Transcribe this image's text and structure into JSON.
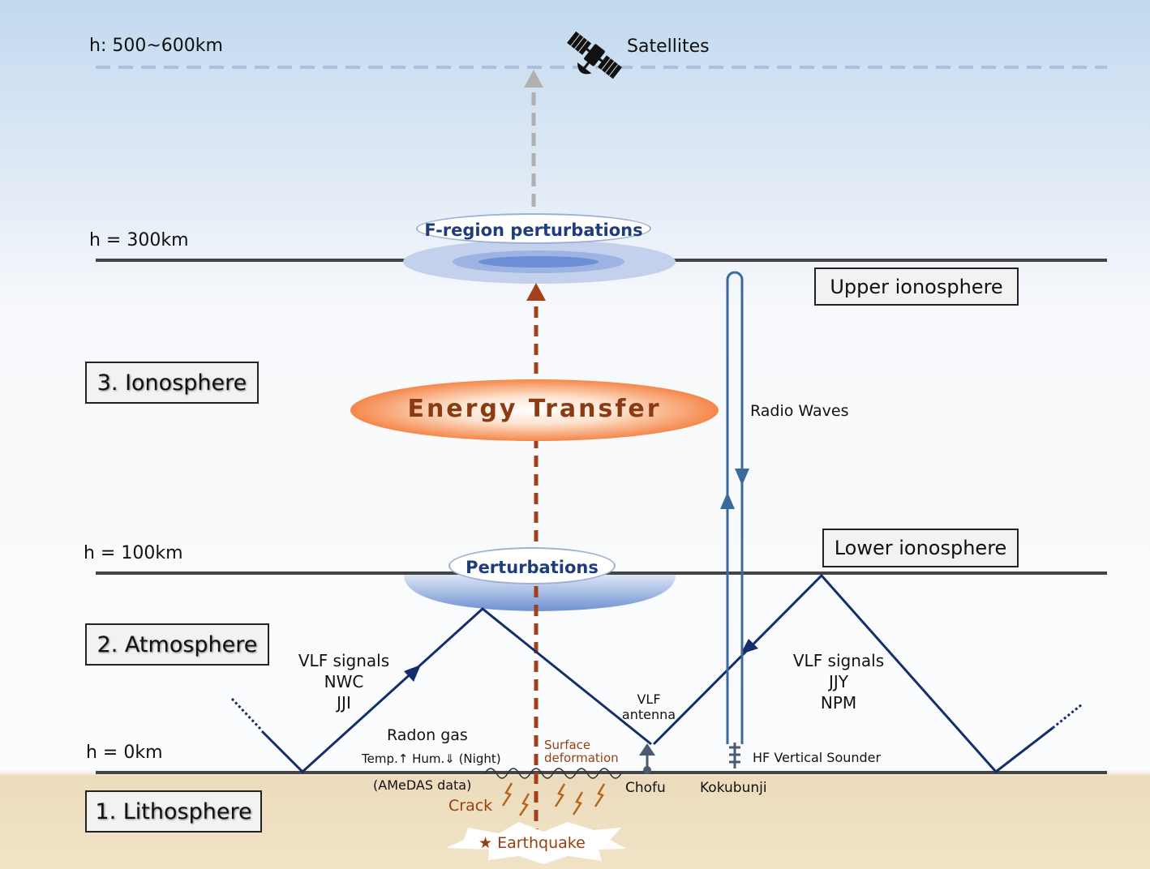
{
  "altitudes": {
    "satellite": "h: 500~600km",
    "f_region": "h = 300km",
    "lower": "h = 100km",
    "ground": "h = 0km"
  },
  "layers": {
    "ionosphere": "3. Ionosphere",
    "atmosphere": "2. Atmosphere",
    "lithosphere": "1. Lithosphere",
    "upper_ionosphere": "Upper ionosphere",
    "lower_ionosphere": "Lower ionosphere"
  },
  "satellites_label": "Satellites",
  "f_region_label": "F-region perturbations",
  "energy_transfer_label": "Energy Transfer",
  "perturbations_label": "Perturbations",
  "radio_waves_label": "Radio Waves",
  "vlf_left": [
    "VLF signals",
    "NWC",
    "JJI"
  ],
  "vlf_right": [
    "VLF signals",
    "JJY",
    "NPM"
  ],
  "vlf_antenna": [
    "VLF",
    "antenna"
  ],
  "hf_sounder": "HF Vertical Sounder",
  "chofu": "Chofu",
  "kokubunji": "Kokubunji",
  "radon_gas": "Radon gas",
  "temp_hum": "Temp.↑  Hum.⇓ (Night)",
  "amedas": "(AMeDAS data)",
  "surface_deformation": [
    "Surface",
    "deformation"
  ],
  "crack": "Crack",
  "earthquake": "★ Earthquake",
  "colors": {
    "energy": "#a3401a",
    "wave": "#152d6b",
    "radio": "#3a6a9c",
    "line": "#444444",
    "ground": "#ecdcbd"
  },
  "icons": [
    "satellite-icon",
    "antenna-icon",
    "hf-sounder-icon",
    "star-icon",
    "crack-icon"
  ]
}
